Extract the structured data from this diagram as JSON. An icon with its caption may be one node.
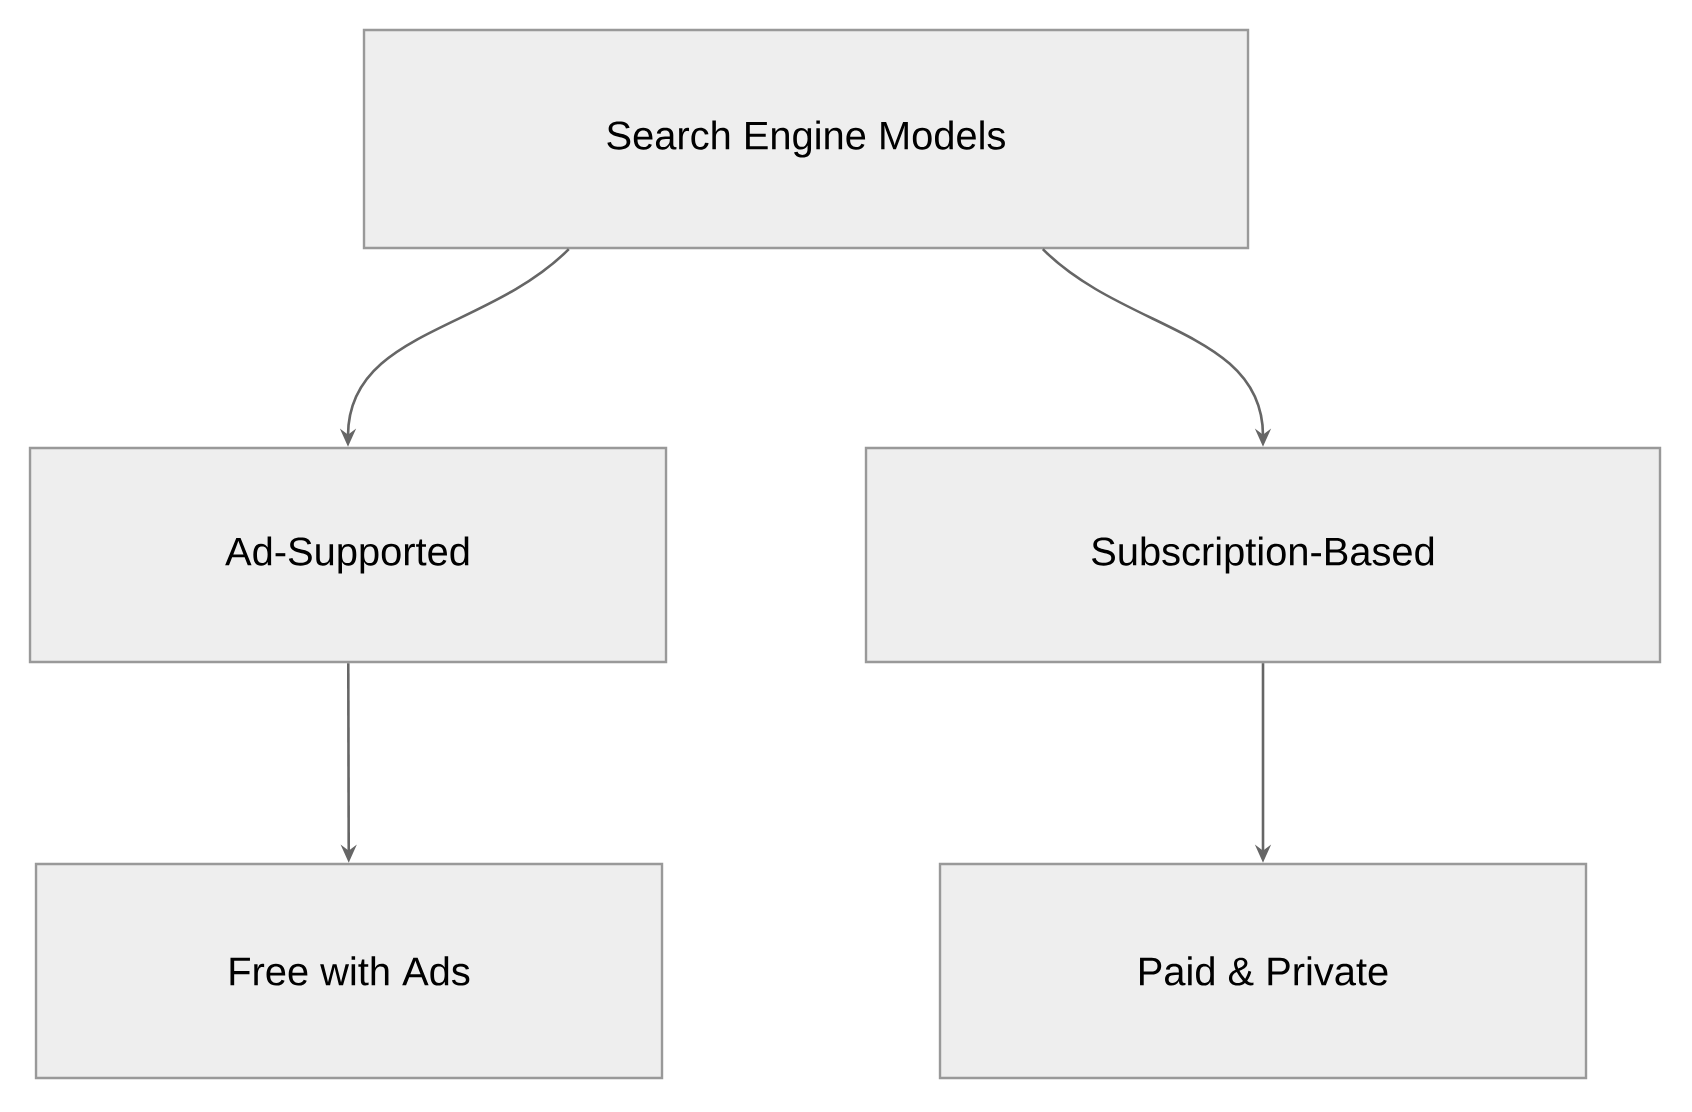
{
  "diagram": {
    "nodes": [
      {
        "text": [
          "Search Engine Models"
        ]
      },
      {
        "text": [
          "Ad-Supported"
        ]
      },
      {
        "text": [
          "Subscription-Based"
        ]
      },
      {
        "text": [
          "Free with Ads"
        ]
      },
      {
        "text": [
          "Paid & Private"
        ]
      }
    ],
    "edges": [
      {
        "from": 0,
        "to": 1,
        "arrow": "to"
      },
      {
        "from": 0,
        "to": 2,
        "arrow": "to"
      },
      {
        "from": 1,
        "to": 3,
        "arrow": "to"
      },
      {
        "from": 2,
        "to": 4,
        "arrow": "to"
      }
    ]
  }
}
